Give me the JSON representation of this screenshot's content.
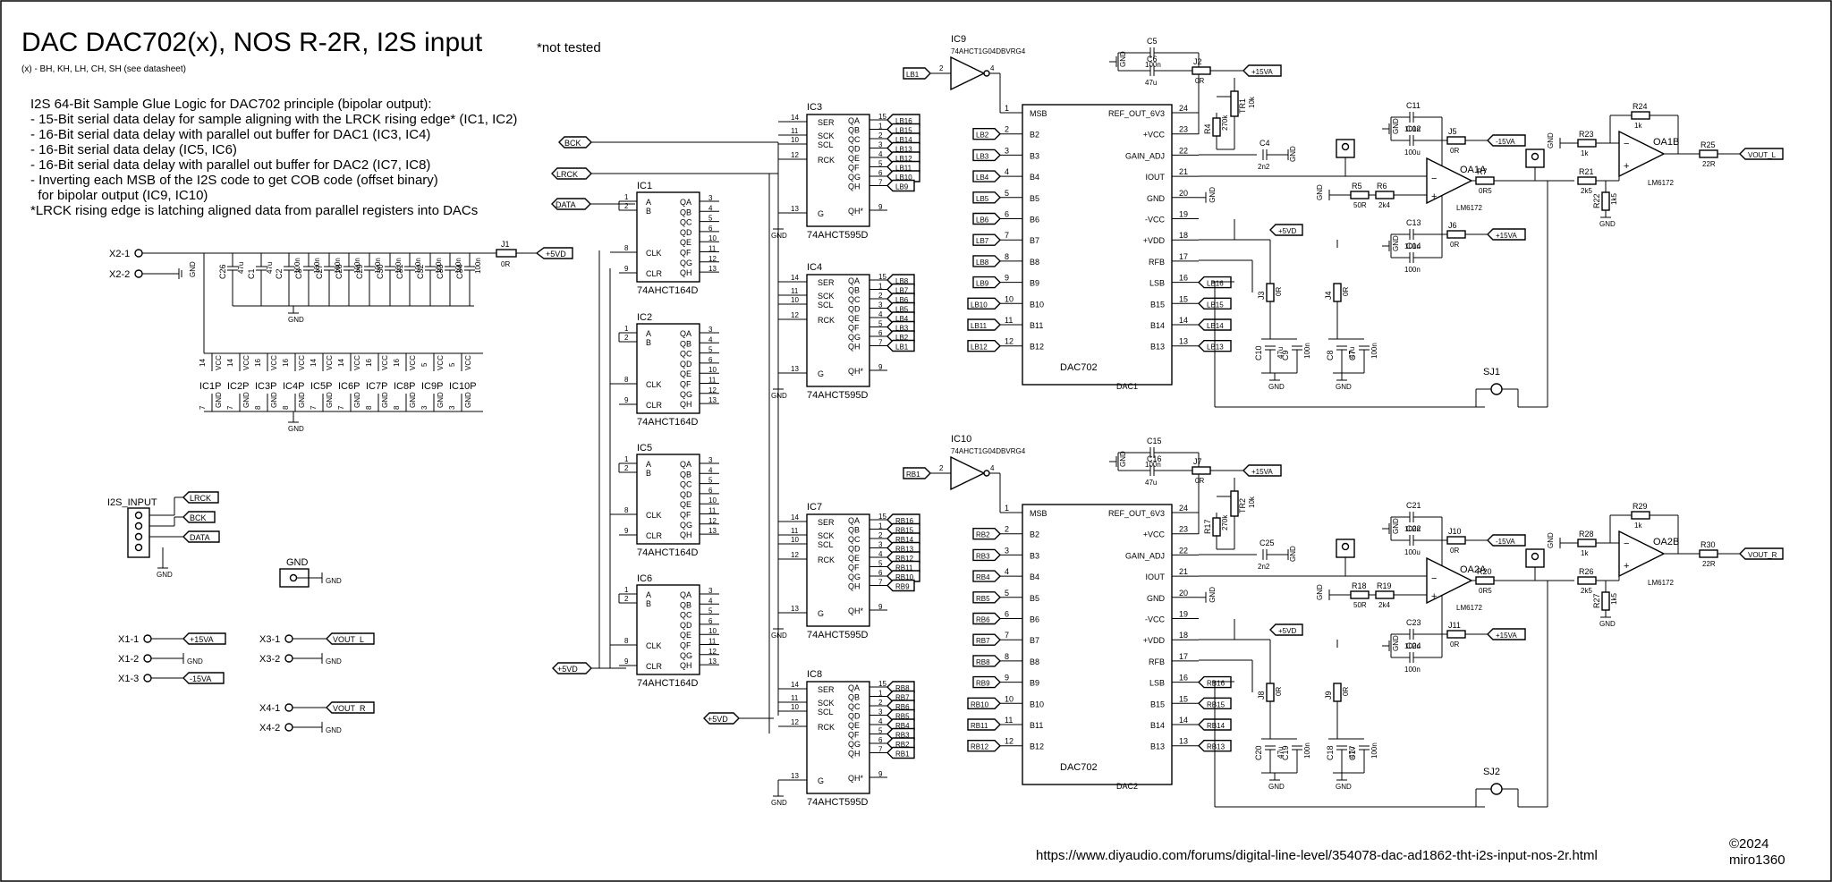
{
  "header": {
    "title": "DAC DAC702(x), NOS R-2R, I2S input",
    "note": "*not tested",
    "variants": "(x) - BH, KH, LH, CH, SH (see datasheet)"
  },
  "description": [
    "I2S 64-Bit Sample Glue Logic for DAC702 principle (bipolar output):",
    "- 15-Bit serial data delay for sample aligning with the LRCK rising edge* (IC1, IC2)",
    "- 16-Bit serial data delay with parallel out buffer for DAC1 (IC3, IC4)",
    "- 16-Bit serial data delay (IC5, IC6)",
    "- 16-Bit serial data delay with parallel out buffer for DAC2 (IC7, IC8)",
    "- Inverting each MSB of the I2S code to get COB code (offset binary)",
    "  for bipolar output (IC9, IC10)",
    "*LRCK rising edge is latching aligned data from parallel registers into DACs"
  ],
  "footer": {
    "url": "https://www.diyaudio.com/forums/digital-line-level/354078-dac-ad1862-tht-i2s-input-nos-2r.html",
    "copyright": "©2024",
    "author": "miro1360"
  },
  "nets": {
    "bck": "BCK",
    "lrck": "LRCK",
    "data": "DATA",
    "p5vd": "+5VD",
    "p15va": "+15VA",
    "m15va": "-15VA",
    "gnd": "GND",
    "vout_l": "VOUT_L",
    "vout_r": "VOUT_R"
  },
  "connectors": {
    "x2_1": "X2-1",
    "x2_2": "X2-2",
    "x1_1": "X1-1",
    "x1_2": "X1-2",
    "x1_3": "X1-3",
    "x3_1": "X3-1",
    "x3_2": "X3-2",
    "x4_1": "X4-1",
    "x4_2": "X4-2",
    "i2s_input": "I2S_INPUT",
    "gnd_test": "GND",
    "j1": "J1",
    "j1_val": "0R"
  },
  "shift_register": {
    "part": "74AHCT164D",
    "refs": [
      "IC1",
      "IC2",
      "IC5",
      "IC6"
    ],
    "pins_left": [
      "A",
      "B",
      "CLK",
      "CLR"
    ],
    "pins_right": [
      "QA",
      "QB",
      "QC",
      "QD",
      "QE",
      "QF",
      "QG",
      "QH"
    ],
    "pin_nums_left": [
      "1",
      "2",
      "8",
      "9"
    ],
    "pin_nums_right": [
      "3",
      "4",
      "5",
      "6",
      "10",
      "11",
      "12",
      "13"
    ]
  },
  "latch_register": {
    "part": "74AHCT595D",
    "refs": [
      "IC3",
      "IC4",
      "IC7",
      "IC8"
    ],
    "pins_left": [
      "SER",
      "SCK",
      "SCL",
      "RCK",
      "G"
    ],
    "pins_right": [
      "QA",
      "QB",
      "QC",
      "QD",
      "QE",
      "QF",
      "QG",
      "QH",
      "QH*"
    ],
    "pin_nums_left": [
      "14",
      "11",
      "10",
      "12",
      "13"
    ],
    "pin_nums_right": [
      "15",
      "1",
      "2",
      "3",
      "4",
      "5",
      "6",
      "7",
      "9"
    ],
    "labels": [
      [
        "LB16",
        "LB15",
        "LB14",
        "LB13",
        "LB12",
        "LB11",
        "LB10",
        "LB9"
      ],
      [
        "LB8",
        "LB7",
        "LB6",
        "LB5",
        "LB4",
        "LB3",
        "LB2",
        "LB1"
      ],
      [
        "RB16",
        "RB15",
        "RB14",
        "RB13",
        "RB12",
        "RB11",
        "RB10",
        "RB9"
      ],
      [
        "RB8",
        "RB7",
        "RB6",
        "RB5",
        "RB4",
        "RB3",
        "RB2",
        "RB1"
      ]
    ]
  },
  "inverter": {
    "part": "74AHCT1G04DBVRG4",
    "refs": [
      "IC9",
      "IC10"
    ],
    "inputs": [
      "LB1",
      "RB1"
    ]
  },
  "dac": {
    "part": "DAC702",
    "refs": [
      "DAC1",
      "DAC2"
    ],
    "left_pins": [
      "MSB",
      "B2",
      "B3",
      "B4",
      "B5",
      "B6",
      "B7",
      "B8",
      "B9",
      "B10",
      "B11",
      "B12"
    ],
    "left_nums": [
      "1",
      "2",
      "3",
      "4",
      "5",
      "6",
      "7",
      "8",
      "9",
      "10",
      "11",
      "12"
    ],
    "right_pins": [
      "REF_OUT_6V3",
      "+VCC",
      "GAIN_ADJ",
      "IOUT",
      "GND",
      "-VCC",
      "+VDD",
      "RFB",
      "LSB",
      "B15",
      "B14",
      "B13"
    ],
    "right_nums": [
      "24",
      "23",
      "22",
      "21",
      "20",
      "19",
      "18",
      "17",
      "16",
      "15",
      "14",
      "13"
    ],
    "left_labels": [
      [
        "LB2",
        "LB3",
        "LB4",
        "LB5",
        "LB6",
        "LB7",
        "LB8",
        "LB9",
        "LB10",
        "LB11",
        "LB12"
      ],
      [
        "RB2",
        "RB3",
        "RB4",
        "RB5",
        "RB6",
        "RB7",
        "RB8",
        "RB9",
        "RB10",
        "RB11",
        "RB12"
      ]
    ],
    "right_labels": [
      [
        "LB16",
        "LB15",
        "LB14",
        "LB13"
      ],
      [
        "RB16",
        "RB15",
        "RB14",
        "RB13"
      ]
    ]
  },
  "decoupling": {
    "caps": [
      "C26",
      "C1",
      "C2",
      "C3",
      "C27",
      "C28",
      "C29",
      "C30",
      "C31",
      "C32",
      "C33",
      "C34"
    ],
    "values": [
      "47u",
      "47u",
      "100n",
      "100n",
      "100n",
      "100n",
      "100n",
      "100n",
      "100n",
      "100n",
      "100n",
      "100n"
    ],
    "ic_power": [
      "IC1P",
      "IC2P",
      "IC3P",
      "IC4P",
      "IC5P",
      "IC6P",
      "IC7P",
      "IC8P",
      "IC9P",
      "IC10P"
    ],
    "vcc_pins": [
      "14",
      "14",
      "16",
      "16",
      "14",
      "14",
      "16",
      "16",
      "5",
      "5"
    ],
    "gnd_pins": [
      "7",
      "7",
      "8",
      "8",
      "7",
      "7",
      "8",
      "8",
      "3",
      "3"
    ],
    "vcc": "VCC"
  },
  "analog": [
    {
      "c5": "C5",
      "c6": "C6",
      "c5v": "100n",
      "c6v": "47u",
      "j2": "J2",
      "j2v": "0R",
      "r4": "R4",
      "r4v": "270k",
      "tr": "TR1",
      "trv": "10k",
      "c4": "C4",
      "c4v": "2n2",
      "c11": "C11",
      "c11v": "100n",
      "c12": "C12",
      "c12v": "100u",
      "j5": "J5",
      "j5v": "0R",
      "c13": "C13",
      "c13v": "100u",
      "c14": "C14",
      "c14v": "100n",
      "j6": "J6",
      "j6v": "0R",
      "r5": "R5",
      "r5v": "50R",
      "r6": "R6",
      "r6v": "2k4",
      "oaa": "OA1A",
      "oab": "OA1B",
      "opamp": "LM6172",
      "r7": "R7",
      "r7v": "0R5",
      "r21": "R21",
      "r21v": "2k5",
      "r22": "R22",
      "r22v": "1k5",
      "r23": "R23",
      "r23v": "1k",
      "r24": "R24",
      "r24v": "1k",
      "r25": "R25",
      "r25v": "22R",
      "j3": "J3",
      "j3v": "0R",
      "j4": "J4",
      "j4v": "0R",
      "c10": "C10",
      "c10v": "47u",
      "c9": "C9",
      "c9v": "100n",
      "c8": "C8",
      "c8v": "47u",
      "c7": "C7",
      "c7v": "100n",
      "sj": "SJ1"
    },
    {
      "c5": "C15",
      "c6": "C16",
      "c5v": "100n",
      "c6v": "47u",
      "j2": "J7",
      "j2v": "0R",
      "r4": "R17",
      "r4v": "270k",
      "tr": "TR2",
      "trv": "10k",
      "c4": "C25",
      "c4v": "2n2",
      "c11": "C21",
      "c11v": "100n",
      "c12": "C22",
      "c12v": "100u",
      "j5": "J10",
      "j5v": "0R",
      "c13": "C23",
      "c13v": "100u",
      "c14": "C24",
      "c14v": "100n",
      "j6": "J11",
      "j6v": "0R",
      "r5": "R18",
      "r5v": "50R",
      "r6": "R19",
      "r6v": "2k4",
      "oaa": "OA2A",
      "oab": "OA2B",
      "opamp": "LM6172",
      "r7": "R20",
      "r7v": "0R5",
      "r21": "R26",
      "r21v": "2k5",
      "r22": "R27",
      "r22v": "1k5",
      "r23": "R28",
      "r23v": "1k",
      "r24": "R29",
      "r24v": "1k",
      "r25": "R30",
      "r25v": "22R",
      "j3": "J8",
      "j3v": "0R",
      "j4": "J9",
      "j4v": "0R",
      "c10": "C20",
      "c10v": "47u",
      "c9": "C19",
      "c9v": "100n",
      "c8": "C18",
      "c8v": "47u",
      "c7": "C17",
      "c7v": "100n",
      "sj": "SJ2"
    }
  ]
}
